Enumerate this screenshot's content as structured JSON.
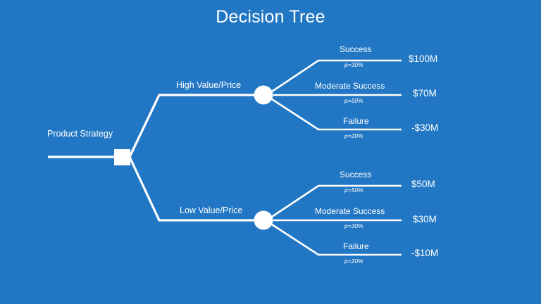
{
  "slide": {
    "title": "Decision Tree",
    "background_color": "#2277C4",
    "line_color": "#FFFFFF",
    "text_color": "#FFFFFF"
  },
  "tree": {
    "root": {
      "label": "Product Strategy",
      "node_type": "decision-square"
    },
    "decisions": [
      {
        "label": "High Value/Price",
        "node_type": "chance-circle",
        "outcomes": [
          {
            "label": "Success",
            "probability": "p=30%",
            "payoff": "$100M"
          },
          {
            "label": "Moderate Success",
            "probability": "p=50%",
            "payoff": "$70M"
          },
          {
            "label": "Failure",
            "probability": "p=20%",
            "payoff": "-$30M"
          }
        ]
      },
      {
        "label": "Low Value/Price",
        "node_type": "chance-circle",
        "outcomes": [
          {
            "label": "Success",
            "probability": "p=50%",
            "payoff": "$50M"
          },
          {
            "label": "Moderate Success",
            "probability": "p=30%",
            "payoff": "$30M"
          },
          {
            "label": "Failure",
            "probability": "p=20%",
            "payoff": "-$10M"
          }
        ]
      }
    ]
  },
  "chart_data": {
    "type": "diagram",
    "title": "Decision Tree",
    "root": "Product Strategy",
    "branches": [
      {
        "decision": "High Value/Price",
        "outcomes": [
          {
            "state": "Success",
            "probability": 0.3,
            "payoff_musd": 100,
            "payoff_label": "$100M"
          },
          {
            "state": "Moderate Success",
            "probability": 0.5,
            "payoff_musd": 70,
            "payoff_label": "$70M"
          },
          {
            "state": "Failure",
            "probability": 0.2,
            "payoff_musd": -30,
            "payoff_label": "-$30M"
          }
        ]
      },
      {
        "decision": "Low Value/Price",
        "outcomes": [
          {
            "state": "Success",
            "probability": 0.5,
            "payoff_musd": 50,
            "payoff_label": "$50M"
          },
          {
            "state": "Moderate Success",
            "probability": 0.3,
            "payoff_musd": 30,
            "payoff_label": "$30M"
          },
          {
            "state": "Failure",
            "probability": 0.2,
            "payoff_musd": -10,
            "payoff_label": "-$10M"
          }
        ]
      }
    ]
  }
}
